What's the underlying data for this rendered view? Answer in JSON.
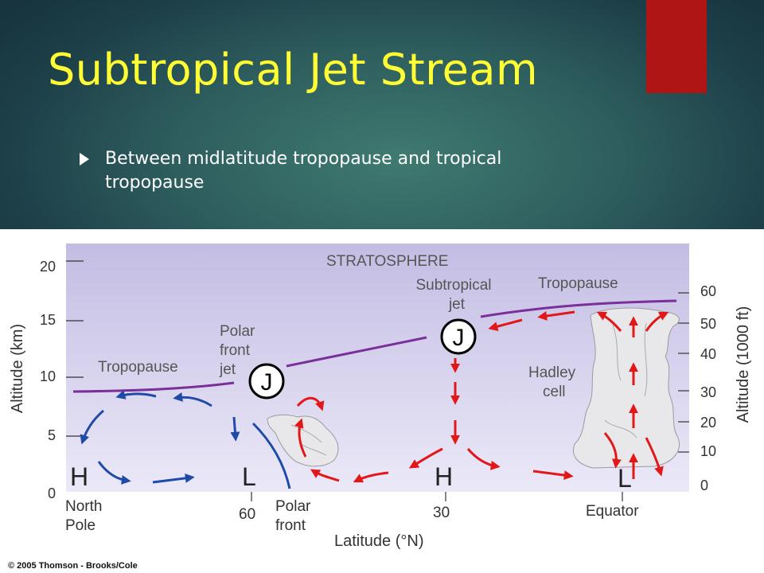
{
  "slide": {
    "title": "Subtropical Jet Stream",
    "bullet": "Between midlatitude tropopause and tropical tropopause"
  },
  "diagram": {
    "labels": {
      "stratosphere": "STRATOSPHERE",
      "subtropical_jet_line1": "Subtropical",
      "subtropical_jet_line2": "jet",
      "tropopause_right": "Tropopause",
      "tropopause_left": "Tropopause",
      "polar_front_jet_line1": "Polar",
      "polar_front_jet_line2": "front",
      "polar_front_jet_line3": "jet",
      "hadley_line1": "Hadley",
      "hadley_line2": "cell",
      "jet_symbol": "J",
      "high": "H",
      "low": "L",
      "north_pole_line1": "North",
      "north_pole_line2": "Pole",
      "polar_front_line1": "Polar",
      "polar_front_line2": "front",
      "equator": "Equator",
      "x_axis_title": "Latitude (°N)",
      "left_axis_title": "Altitude (km)",
      "right_axis_title": "Altitude (1000 ft)",
      "copyright": "© 2005 Thomson - Brooks/Cole"
    },
    "left_axis_ticks": [
      "20",
      "15",
      "10",
      "5",
      "0"
    ],
    "right_axis_ticks": [
      "60",
      "50",
      "40",
      "30",
      "20",
      "10",
      "0"
    ],
    "latitude_ticks": [
      "60",
      "30"
    ],
    "colors": {
      "sky_top": "#c3bde3",
      "sky_bottom": "#ebe9f8",
      "tropopause": "#7b2f9a",
      "polar_cell_arrows": "#1f4aa8",
      "hadley_arrows": "#e21818"
    }
  }
}
